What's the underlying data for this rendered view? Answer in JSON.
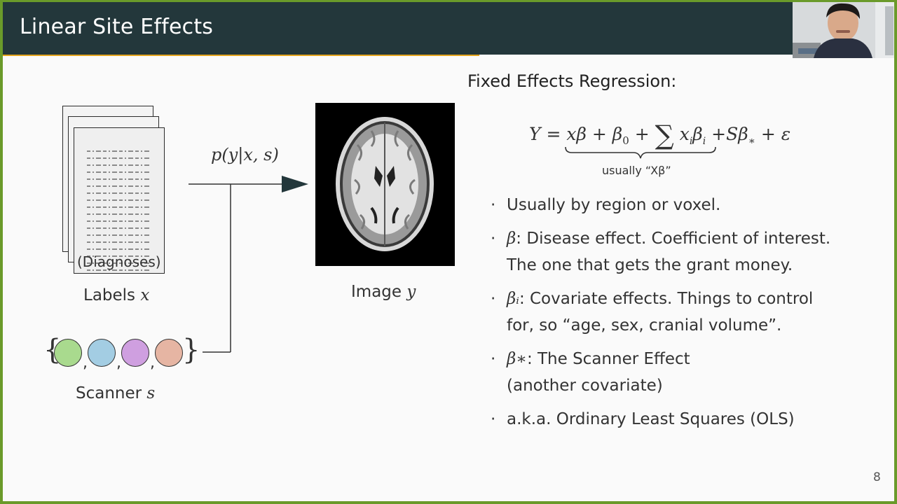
{
  "slide": {
    "title": "Linear Site Effects",
    "page_number": "8"
  },
  "left": {
    "diagnoses_label": "(Diagnoses)",
    "labels_text": "Labels ",
    "labels_var": "x",
    "scanner_text": "Scanner ",
    "scanner_var": "s",
    "arrow_label": "p(y|x, s)",
    "image_text": "Image ",
    "image_var": "y"
  },
  "right": {
    "heading": "Fixed Effects Regression:",
    "underbrace_label": "usually “Xβ”",
    "bullets": [
      {
        "line1": "Usually by region or voxel."
      },
      {
        "sym": "β",
        "line1": ": Disease effect. Coefficient of interest.",
        "line2": "The one that gets the grant money."
      },
      {
        "sym": "βᵢ",
        "line1": ": Covariate effects. Things to control",
        "line2": "for, so “age, sex, cranial volume”."
      },
      {
        "sym": "β∗",
        "line1": ": The Scanner Effect",
        "line2": "(another covariate)"
      },
      {
        "line1": "a.k.a. Ordinary Least Squares (OLS)"
      }
    ]
  },
  "colors": {
    "title_bar": "#23373b",
    "accent": "#e4a41c",
    "scanner_1": "#a9da8e",
    "scanner_2": "#a3cde3",
    "scanner_3": "#cf9fe0",
    "scanner_4": "#e6b5a3"
  }
}
